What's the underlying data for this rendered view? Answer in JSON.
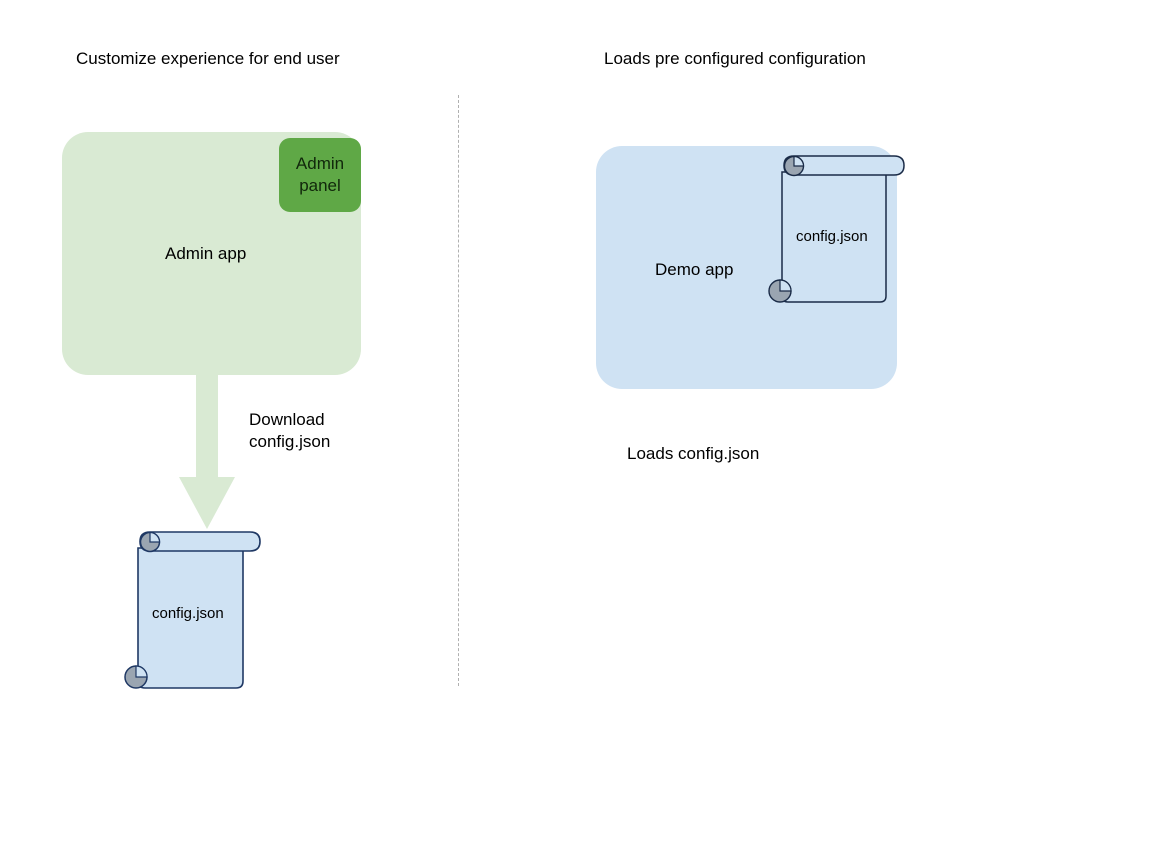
{
  "diagram": {
    "left_column": {
      "title": "Customize experience for end user",
      "app": {
        "label": "Admin app",
        "fill": "#d9ead3"
      },
      "panel": {
        "label": "Admin\npanel",
        "label_line1": "Admin",
        "label_line2": "panel",
        "fill": "#5fa846"
      },
      "arrow": {
        "label_line1": "Download",
        "label_line2": "config.json",
        "fill": "#d9ead3",
        "direction": "down"
      },
      "document": {
        "label": "config.json",
        "fill": "#cfe2f3",
        "stroke": "#1f3864",
        "curl_fill": "#9aa5b1"
      }
    },
    "right_column": {
      "title": "Loads pre configured configuration",
      "app": {
        "label": "Demo app",
        "fill": "#cfe2f3"
      },
      "document": {
        "label": "config.json",
        "fill": "#cfe2f3",
        "stroke": "#1a2b47",
        "curl_fill": "#9aa5b1"
      },
      "caption": "Loads config.json"
    },
    "divider": {
      "style": "dashed",
      "color": "#b0b0b0"
    },
    "colors": {
      "background": "#ffffff",
      "text": "#000000",
      "green_light": "#d9ead3",
      "green_dark": "#5fa846",
      "blue_light": "#cfe2f3",
      "outline_blue": "#1f3864",
      "gray_curl": "#9aa5b1"
    }
  }
}
